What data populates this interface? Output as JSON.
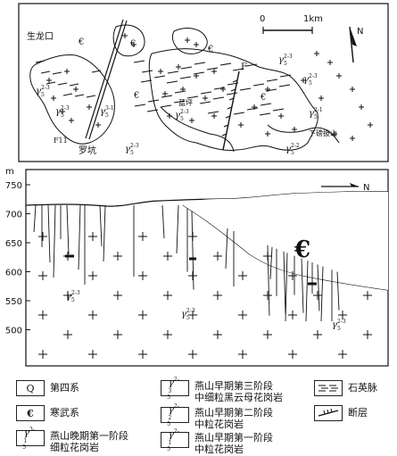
{
  "map": {
    "scale_zero": "0",
    "scale_km": "1km",
    "north": "N",
    "places": {
      "shenglongkou": "生龙口",
      "luokeng": "罗坑",
      "lanping": "蓝坪",
      "xiabangpishan": "下磅披山"
    },
    "fault_F": "F",
    "fault_F11": "F11",
    "cambrian_symbol": "€"
  },
  "section": {
    "unit_label": "m",
    "north": "N",
    "elevation_ticks": [
      "750",
      "700",
      "650",
      "600",
      "550",
      "500"
    ],
    "cambrian_symbol": "€"
  },
  "legend": {
    "quaternary_symbol": "Q",
    "quaternary": "第四系",
    "cambrian_symbol": "€",
    "cambrian": "寒武系",
    "late_yanshan_1": [
      "燕山晚期第一阶段",
      "细粒花岗岩"
    ],
    "early_yanshan_3": [
      "燕山早期第三阶段",
      "中细粒黑云母花岗岩"
    ],
    "early_yanshan_2": [
      "燕山早期第二阶段",
      "中粒花岗岩"
    ],
    "early_yanshan_1": [
      "燕山早期第一阶段",
      "中粒花岗岩"
    ],
    "quartz_vein": "石英脉",
    "fault": "断层"
  }
}
